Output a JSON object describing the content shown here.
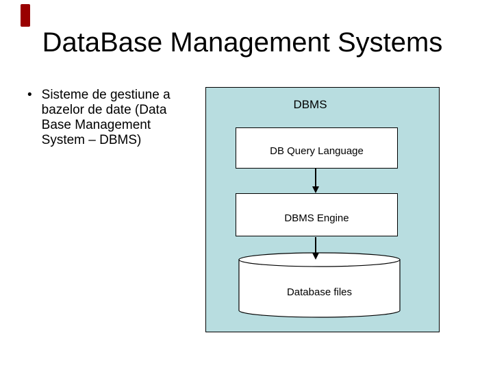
{
  "slide": {
    "title": "DataBase Management Systems",
    "bullet": {
      "marker": "•",
      "lines": [
        "Sisteme de gestiune a",
        "bazelor de date (Data",
        "Base Management",
        "System – DBMS)"
      ]
    },
    "diagram": {
      "panel_label": "DBMS",
      "boxes": [
        {
          "label": "DB Query Language"
        },
        {
          "label": "DBMS Engine"
        }
      ],
      "cylinder_label": "Database files",
      "colors": {
        "panel_background": "#b8dde0",
        "shape_fill": "#ffffff",
        "border": "#000000",
        "arrow": "#000000"
      }
    },
    "accent_color": "#990000",
    "background_color": "#ffffff",
    "text_color": "#000000"
  }
}
